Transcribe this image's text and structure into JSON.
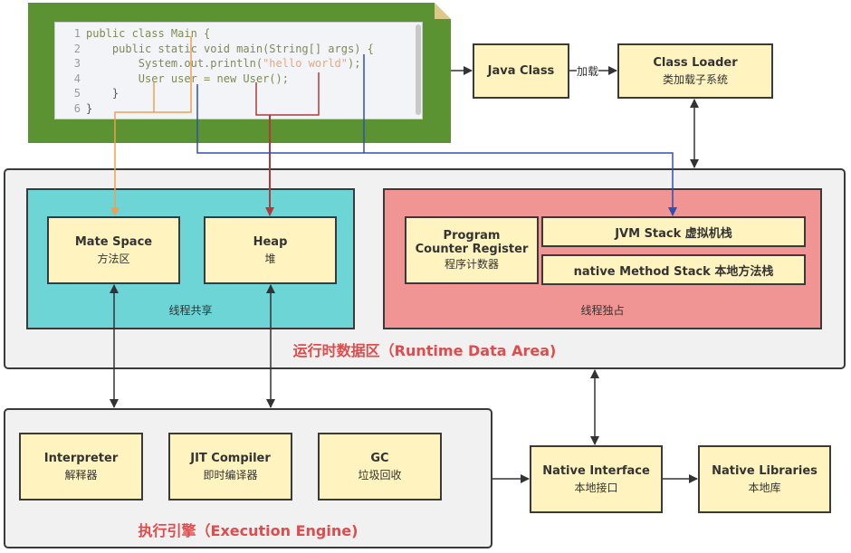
{
  "code_editor": {
    "lines": [
      {
        "num": "1",
        "text": "public class Main {"
      },
      {
        "num": "2",
        "text": "    public static void main(String[] args) {"
      },
      {
        "num": "3",
        "prefix": "        System.out.println(",
        "string": "\"hello world\"",
        "suffix": ");"
      },
      {
        "num": "4",
        "text": "        User user = new User();"
      },
      {
        "num": "5",
        "text": "    }"
      },
      {
        "num": "6",
        "text": "}"
      }
    ]
  },
  "top_row": {
    "java_class": {
      "title": "Java Class"
    },
    "load_label": "加载",
    "class_loader": {
      "title": "Class Loader",
      "subtitle": "类加载子系统"
    }
  },
  "runtime_data_area": {
    "title": "运行时数据区（Runtime Data Area)",
    "shared": {
      "caption": "线程共享",
      "meta_space": {
        "title": "Mate Space",
        "subtitle": "方法区"
      },
      "heap": {
        "title": "Heap",
        "subtitle": "堆"
      }
    },
    "exclusive": {
      "caption": "线程独占",
      "pc_register": {
        "title_line1": "Program",
        "title_line2": "Counter Register",
        "subtitle": "程序计数器"
      },
      "jvm_stack": {
        "title": "JVM Stack 虚拟机栈"
      },
      "native_method_stack": {
        "title": "native Method Stack 本地方法栈"
      }
    }
  },
  "execution_engine": {
    "title": "执行引擎（Execution Engine)",
    "interpreter": {
      "title": "Interpreter",
      "subtitle": "解释器"
    },
    "jit_compiler": {
      "title": "JIT Compiler",
      "subtitle": "即时编译器"
    },
    "gc": {
      "title": "GC",
      "subtitle": "垃圾回收"
    }
  },
  "native": {
    "interface": {
      "title": "Native Interface",
      "subtitle": "本地接口"
    },
    "libraries": {
      "title": "Native Libraries",
      "subtitle": "本地库"
    }
  },
  "colors": {
    "frame_green": "#5b9332",
    "box_yellow": "#fff4bf",
    "shared_cyan": "#6dd5d6",
    "exclusive_pink": "#f09593",
    "title_red": "#e04b4b",
    "wire_orange": "#f0a050",
    "wire_darkred": "#b03a3a",
    "wire_blue": "#3050b0"
  }
}
